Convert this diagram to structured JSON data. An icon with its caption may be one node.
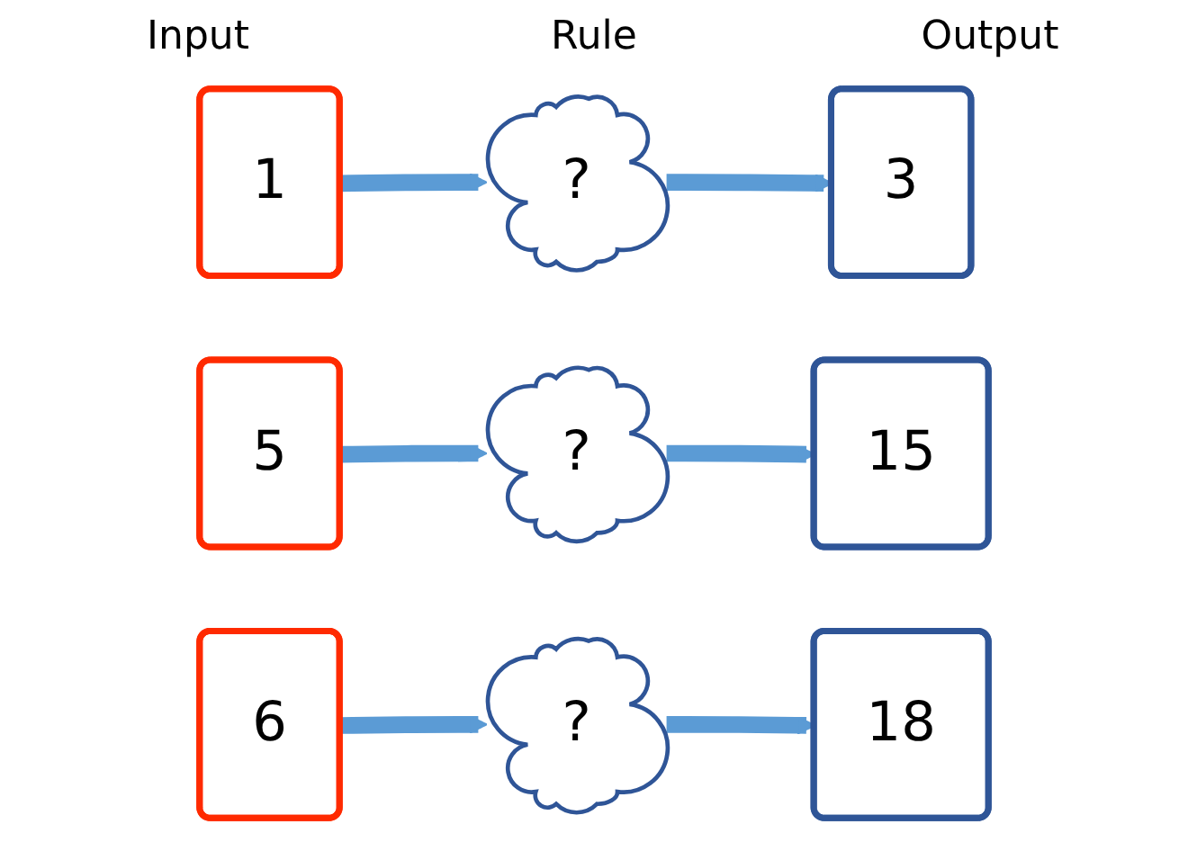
{
  "diagram": {
    "nodes": [
      {
        "text": [
          "1"
        ]
      },
      {
        "text": [
          "?"
        ]
      },
      {
        "text": [
          "3"
        ]
      },
      {
        "text": [
          "5"
        ]
      },
      {
        "text": [
          "?"
        ]
      },
      {
        "text": [
          "15"
        ]
      },
      {
        "text": [
          "6"
        ]
      },
      {
        "text": [
          "?"
        ]
      },
      {
        "text": [
          "18"
        ]
      }
    ],
    "edges": [
      {
        "from": 0,
        "to": 1,
        "arrow": "to"
      },
      {
        "from": 1,
        "to": 2,
        "arrow": "to"
      },
      {
        "from": 3,
        "to": 4,
        "arrow": "to"
      },
      {
        "from": 4,
        "to": 5,
        "arrow": "to"
      },
      {
        "from": 6,
        "to": 7,
        "arrow": "to"
      },
      {
        "from": 7,
        "to": 8,
        "arrow": "to"
      }
    ],
    "labels": [
      "Input",
      "Rule",
      "Output"
    ]
  }
}
